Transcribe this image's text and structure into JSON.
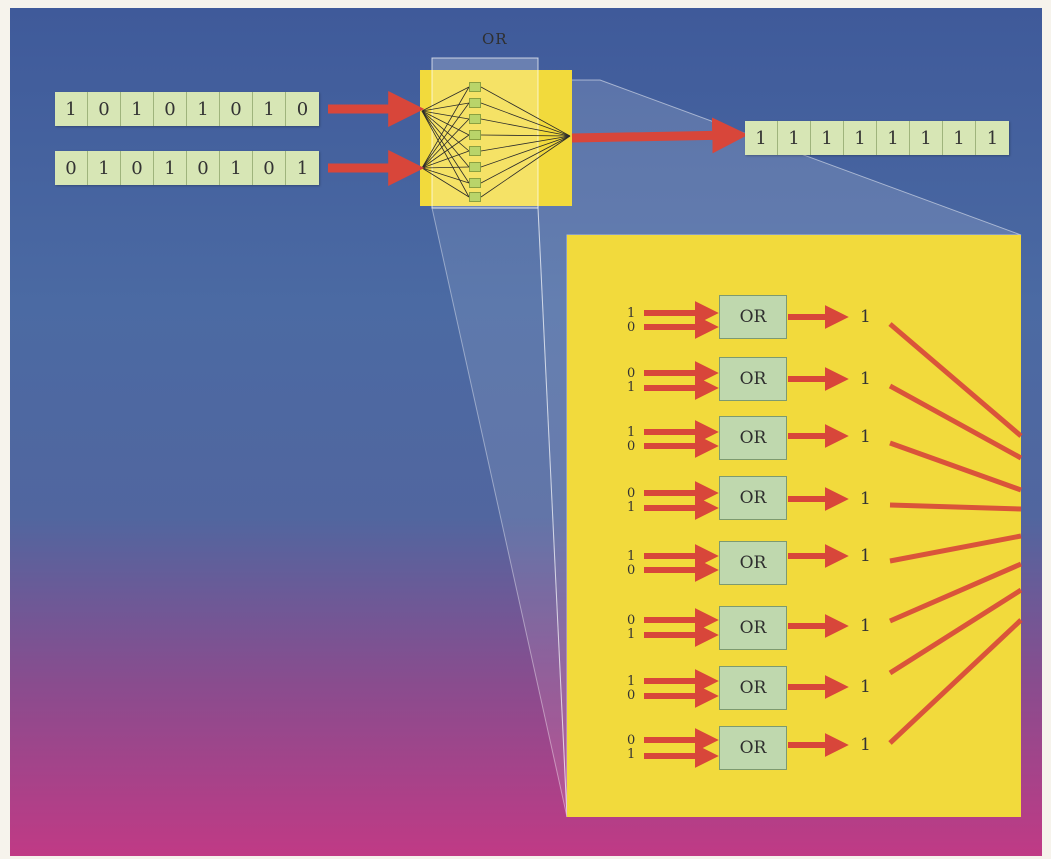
{
  "top_label": "OR",
  "input_a": [
    "1",
    "0",
    "1",
    "0",
    "1",
    "0",
    "1",
    "0"
  ],
  "input_b": [
    "0",
    "1",
    "0",
    "1",
    "0",
    "1",
    "0",
    "1"
  ],
  "output": [
    "1",
    "1",
    "1",
    "1",
    "1",
    "1",
    "1",
    "1"
  ],
  "gates": [
    {
      "top": "1",
      "bottom": "0",
      "label": "OR",
      "out": "1"
    },
    {
      "top": "0",
      "bottom": "1",
      "label": "OR",
      "out": "1"
    },
    {
      "top": "1",
      "bottom": "0",
      "label": "OR",
      "out": "1"
    },
    {
      "top": "0",
      "bottom": "1",
      "label": "OR",
      "out": "1"
    },
    {
      "top": "1",
      "bottom": "0",
      "label": "OR",
      "out": "1"
    },
    {
      "top": "0",
      "bottom": "1",
      "label": "OR",
      "out": "1"
    },
    {
      "top": "1",
      "bottom": "0",
      "label": "OR",
      "out": "1"
    },
    {
      "top": "0",
      "bottom": "1",
      "label": "OR",
      "out": "1"
    }
  ],
  "colors": {
    "arrow": "#d8463a",
    "chip": "#f2da3c",
    "bits": "#d7e6b5",
    "gate": "#bfd8ae"
  }
}
